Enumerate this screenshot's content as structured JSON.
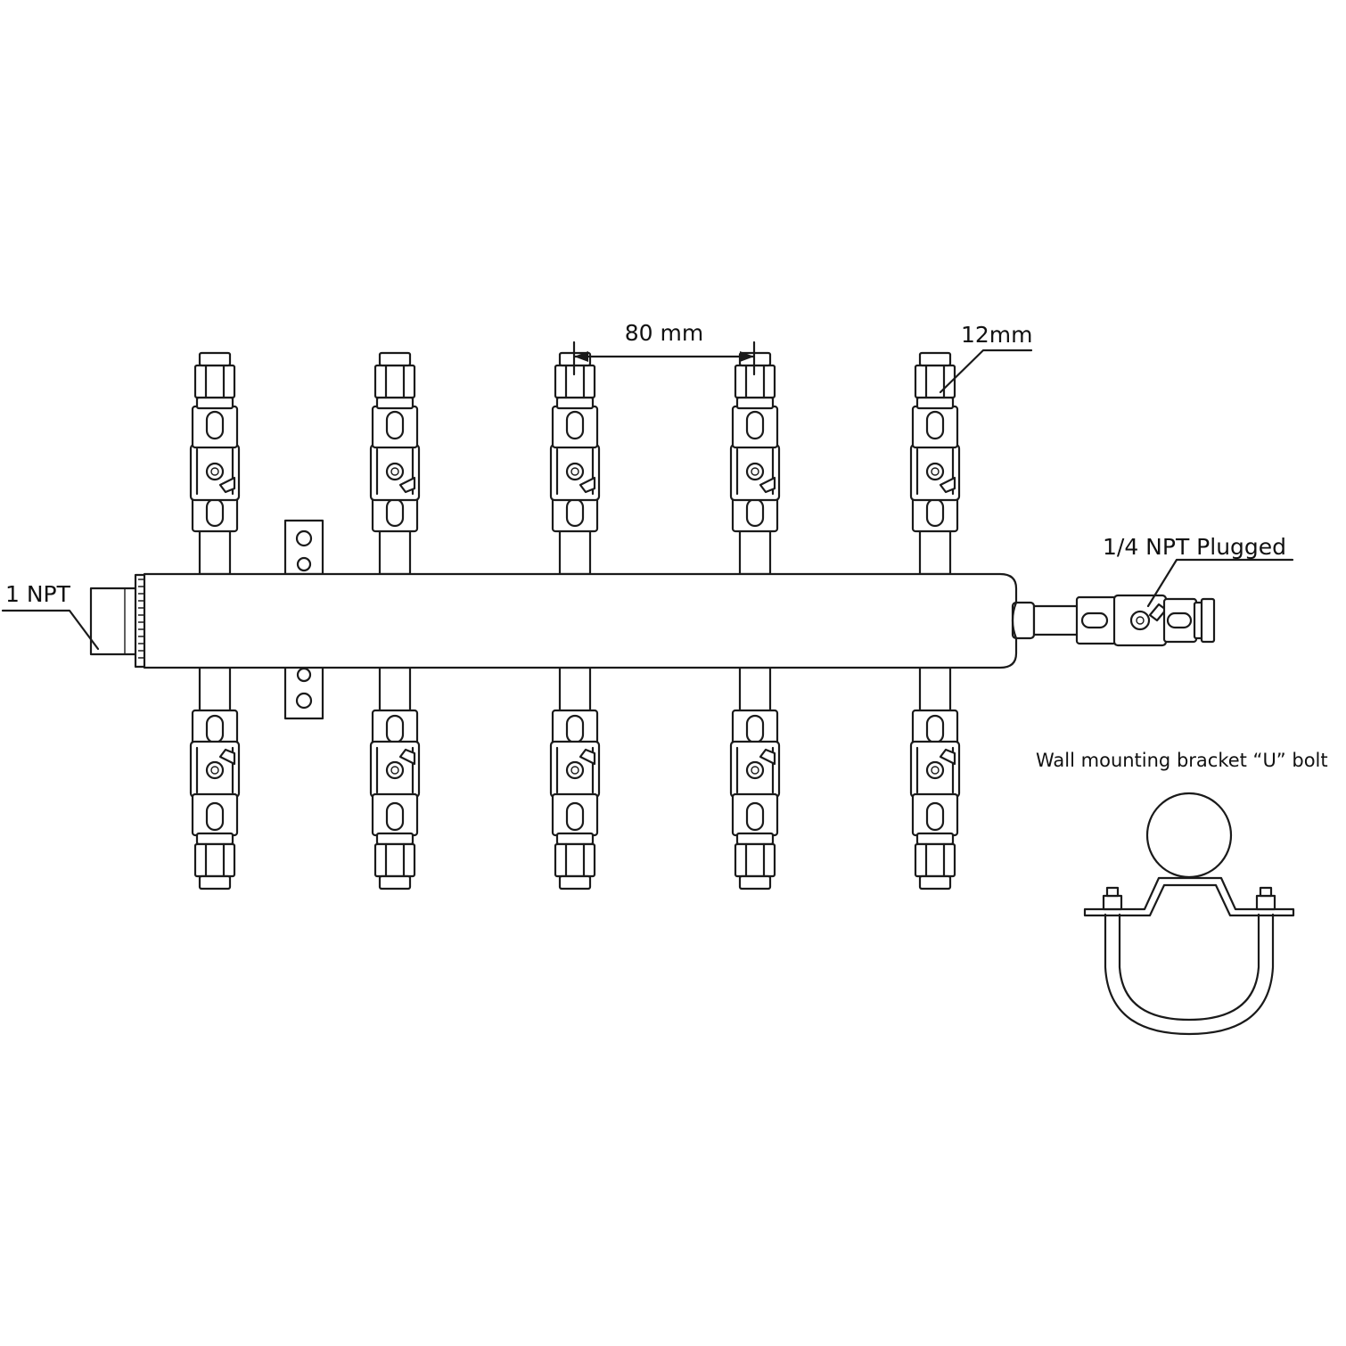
{
  "labels": {
    "spacing_dimension": "80 mm",
    "tube_size": "12mm",
    "plug_port": "1/4 NPT Plugged",
    "inlet": "1 NPT",
    "bracket_caption": "Wall mounting bracket “U” bolt"
  },
  "manifold": {
    "valves_per_side": 5,
    "sides": [
      "top",
      "bottom"
    ]
  }
}
